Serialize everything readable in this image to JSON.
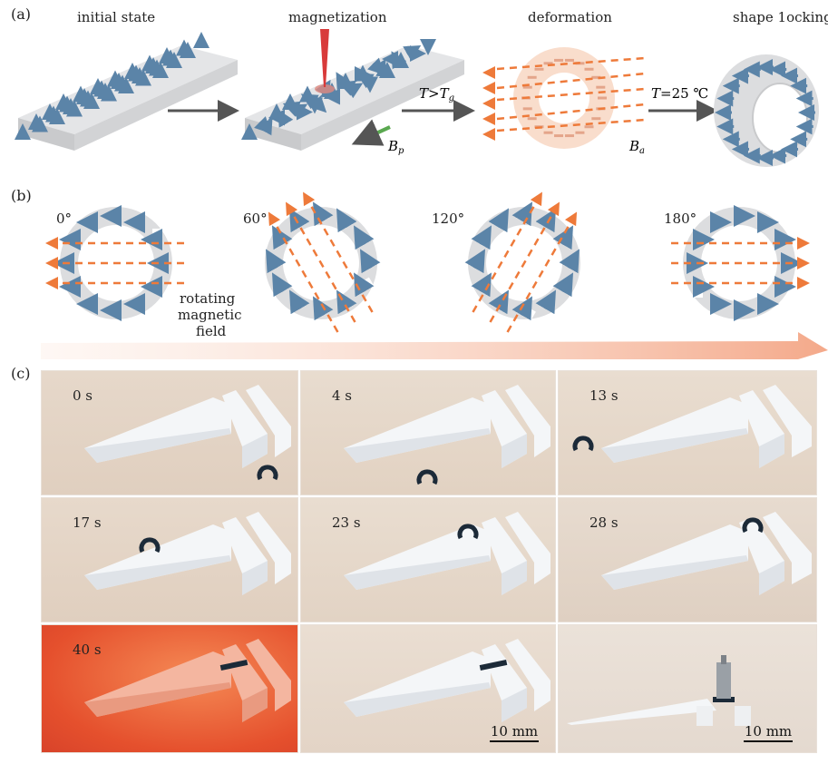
{
  "panel_a": {
    "label": "(a)",
    "stages": [
      "initial state",
      "magnetization",
      "deformation",
      "shape 1ocking"
    ],
    "arrow1": "T>Tg",
    "arrow2": "T=25 ℃",
    "field_p": "Bp",
    "field_a": "Ba"
  },
  "panel_b": {
    "label": "(b)",
    "angles": [
      "0°",
      "60°",
      "120°",
      "180°"
    ],
    "field_caption": [
      "rotating",
      "magnetic",
      "field"
    ]
  },
  "panel_c": {
    "label": "(c)",
    "frames": [
      {
        "time": "0 s"
      },
      {
        "time": "4 s"
      },
      {
        "time": "13 s"
      },
      {
        "time": "17 s"
      },
      {
        "time": "23 s"
      },
      {
        "time": "28 s"
      },
      {
        "time": "40 s"
      },
      {
        "time": ""
      },
      {
        "time": ""
      }
    ],
    "scale_bar": "10 mm"
  },
  "colors": {
    "arrow_blue": "#5b84a8",
    "field_orange": "#ee7a3a",
    "sheet_gray": "#d9dadc",
    "photo_bg": "#e9ddd0",
    "heat_bg": "#ef6a3c"
  }
}
